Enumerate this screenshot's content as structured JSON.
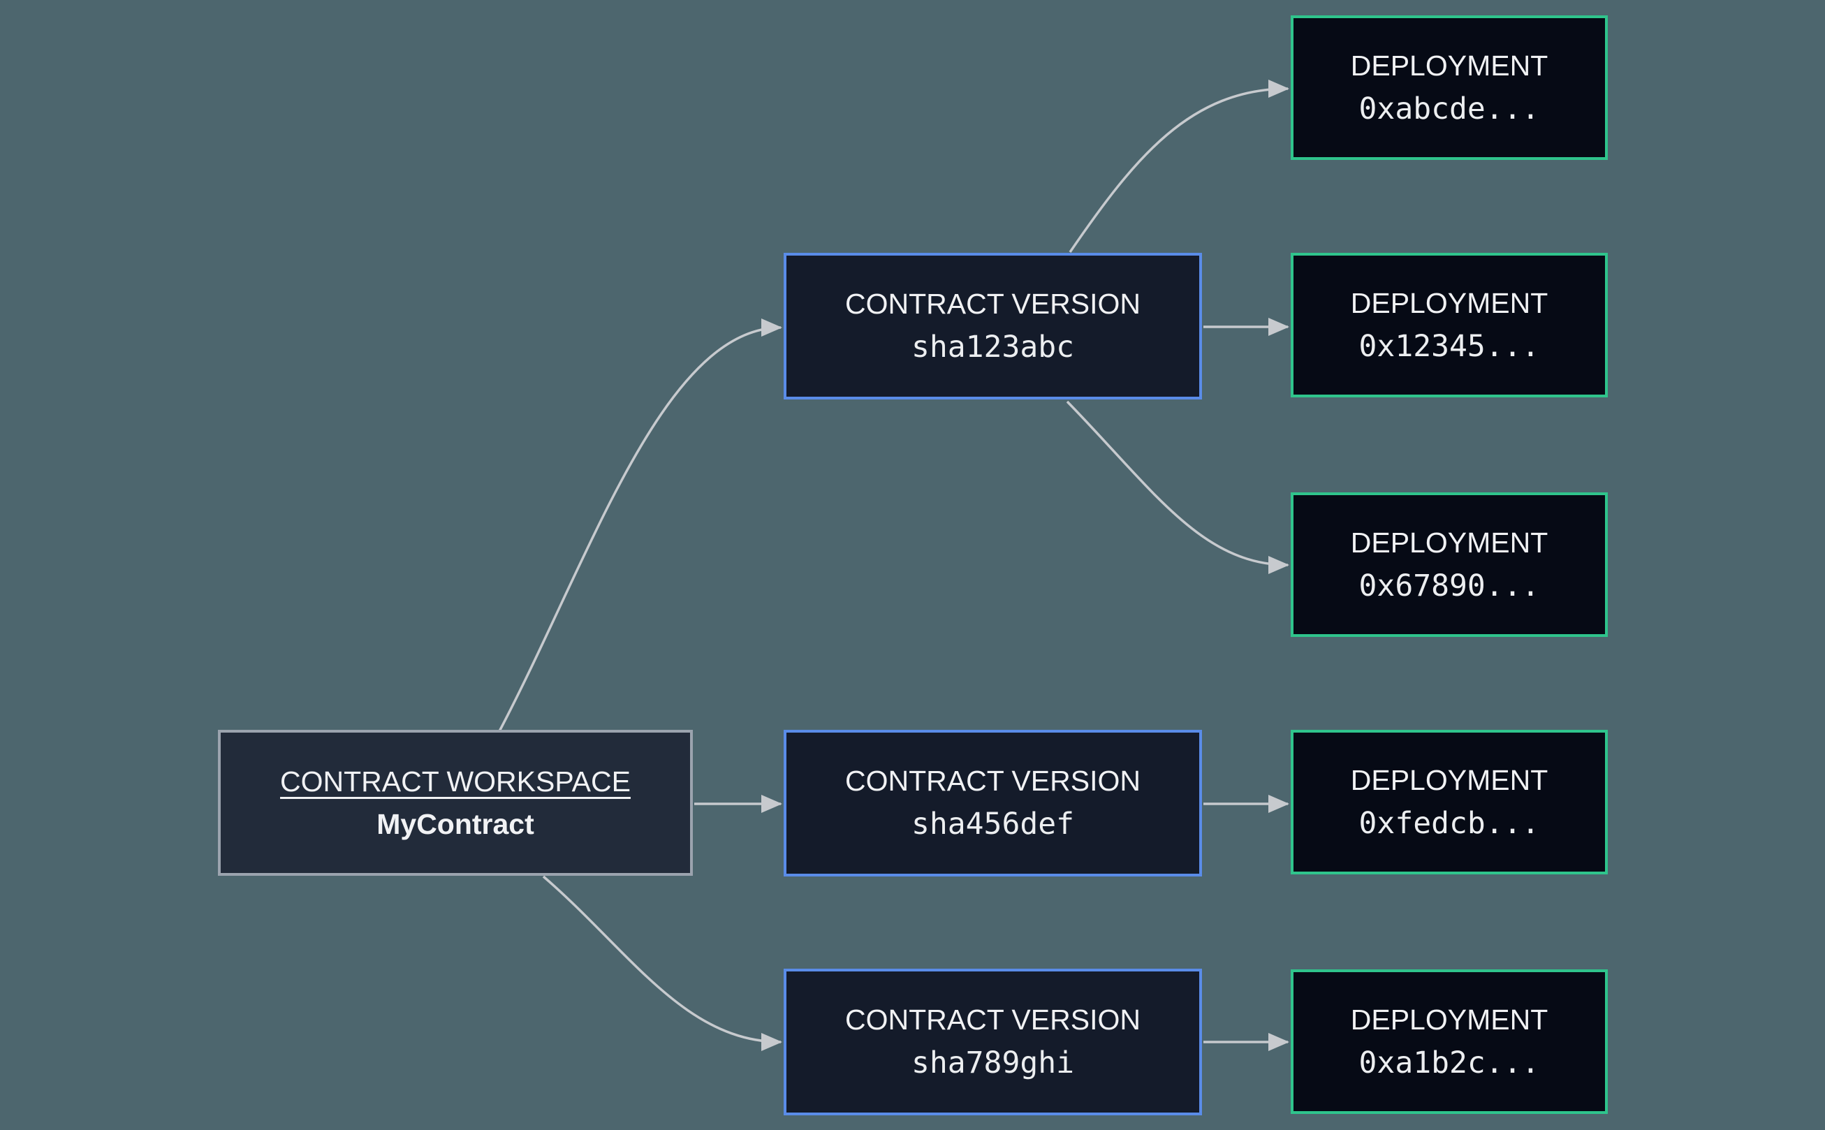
{
  "diagram": {
    "background_color": "#4d666e",
    "edge_color": "#c7cace",
    "workspace": {
      "title": "CONTRACT WORKSPACE",
      "name": "MyContract",
      "border_color": "#9ba3ae",
      "fill_color": "#222b3a"
    },
    "versions": [
      {
        "title": "CONTRACT VERSION",
        "hash": "sha123abc"
      },
      {
        "title": "CONTRACT VERSION",
        "hash": "sha456def"
      },
      {
        "title": "CONTRACT VERSION",
        "hash": "sha789ghi"
      }
    ],
    "version_style": {
      "border_color": "#5a8ce8",
      "fill_color": "#141b2a"
    },
    "deployments": [
      {
        "title": "DEPLOYMENT",
        "address": "0xabcde..."
      },
      {
        "title": "DEPLOYMENT",
        "address": "0x12345..."
      },
      {
        "title": "DEPLOYMENT",
        "address": "0x67890..."
      },
      {
        "title": "DEPLOYMENT",
        "address": "0xfedcb..."
      },
      {
        "title": "DEPLOYMENT",
        "address": "0xa1b2c..."
      }
    ],
    "deployment_style": {
      "border_color": "#2fc48c",
      "fill_color": "#060a15"
    },
    "edges": [
      {
        "from": "workspace",
        "to": "version sha123abc"
      },
      {
        "from": "workspace",
        "to": "version sha456def"
      },
      {
        "from": "workspace",
        "to": "version sha789ghi"
      },
      {
        "from": "version sha123abc",
        "to": "deployment 0xabcde..."
      },
      {
        "from": "version sha123abc",
        "to": "deployment 0x12345..."
      },
      {
        "from": "version sha123abc",
        "to": "deployment 0x67890..."
      },
      {
        "from": "version sha456def",
        "to": "deployment 0xfedcb..."
      },
      {
        "from": "version sha789ghi",
        "to": "deployment 0xa1b2c..."
      }
    ]
  }
}
